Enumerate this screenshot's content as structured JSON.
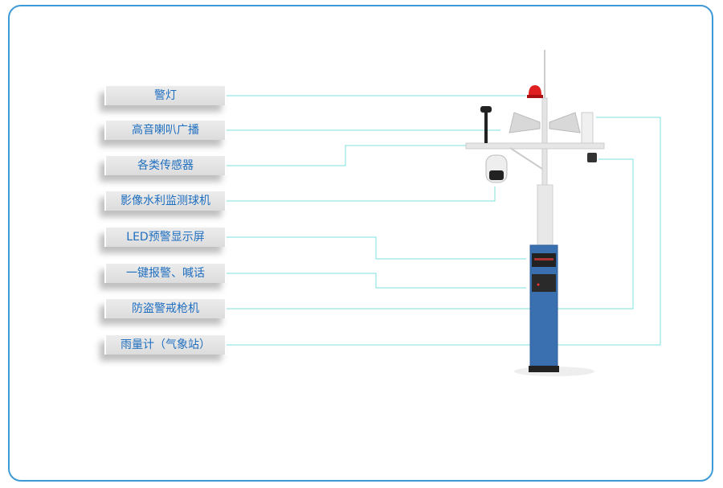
{
  "labels": [
    "警灯",
    "高音喇叭广播",
    "各类传感器",
    "影像水利监测球机",
    "LED预警显示屏",
    "一键报警、喊话",
    "防盗警戒枪机",
    "雨量计（气象站）"
  ],
  "colors": {
    "frame": "#3d9ad6",
    "leader": "#7fe0e0",
    "text": "#1f6fc0",
    "cabinet": "#3a6fb0"
  }
}
